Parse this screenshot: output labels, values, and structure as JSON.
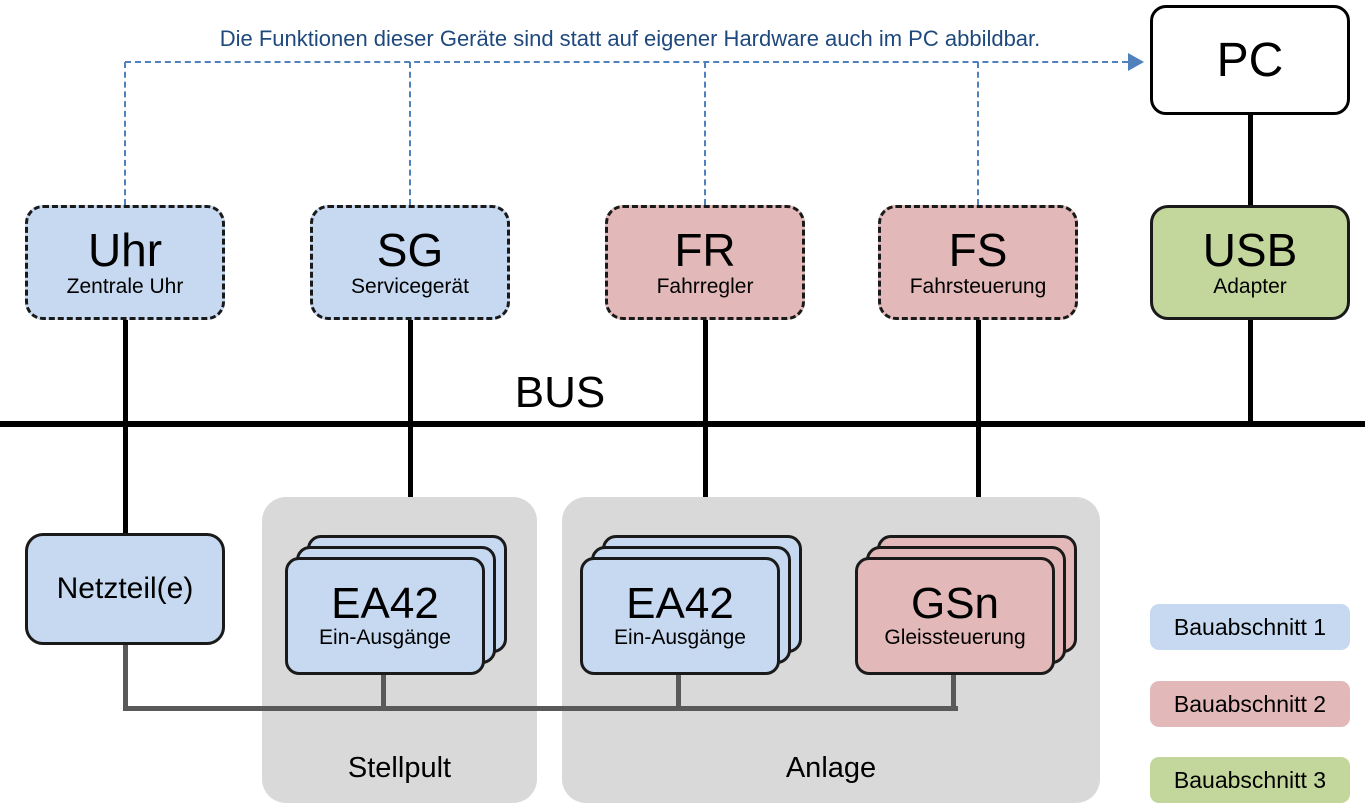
{
  "annotation": {
    "text": "Die Funktionen dieser Geräte sind statt auf eigener Hardware auch im PC abbildbar."
  },
  "pc": {
    "label": "PC"
  },
  "devices": [
    {
      "label": "Uhr",
      "sublabel": "Zentrale Uhr",
      "color": "blue",
      "dashed": true
    },
    {
      "label": "SG",
      "sublabel": "Servicegerät",
      "color": "blue",
      "dashed": true
    },
    {
      "label": "FR",
      "sublabel": "Fahrregler",
      "color": "red",
      "dashed": true
    },
    {
      "label": "FS",
      "sublabel": "Fahrsteuerung",
      "color": "red",
      "dashed": true
    },
    {
      "label": "USB",
      "sublabel": "Adapter",
      "color": "green",
      "dashed": false
    }
  ],
  "bus": {
    "label": "BUS"
  },
  "lower": {
    "netzteil": {
      "label": "Netzteil(e)"
    },
    "groups": [
      {
        "label": "Stellpult",
        "modules": [
          {
            "label": "EA42",
            "sublabel": "Ein-Ausgänge",
            "color": "blue"
          }
        ]
      },
      {
        "label": "Anlage",
        "modules": [
          {
            "label": "EA42",
            "sublabel": "Ein-Ausgänge",
            "color": "blue"
          },
          {
            "label": "GSn",
            "sublabel": "Gleissteuerung",
            "color": "red"
          }
        ]
      }
    ]
  },
  "legend": [
    {
      "label": "Bauabschnitt 1",
      "color": "blue"
    },
    {
      "label": "Bauabschnitt 2",
      "color": "red"
    },
    {
      "label": "Bauabschnitt 3",
      "color": "green"
    }
  ],
  "colors": {
    "blue": "#c6d9f1",
    "red": "#e2b9b8",
    "green": "#c3d69b",
    "gray": "#d9d9d9",
    "line_blue": "#4f81bd",
    "text_blue": "#1f497d",
    "harness_gray": "#595959"
  }
}
